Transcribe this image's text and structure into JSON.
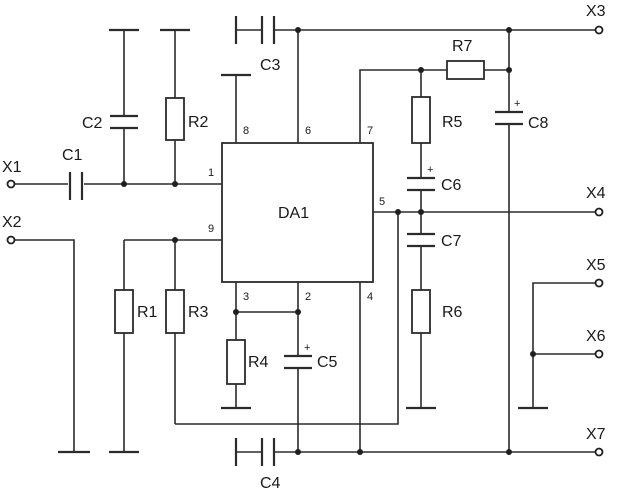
{
  "chip": {
    "name": "DA1",
    "pins": {
      "p1": "1",
      "p2": "2",
      "p3": "3",
      "p4": "4",
      "p5": "5",
      "p6": "6",
      "p7": "7",
      "p8": "8",
      "p9": "9"
    }
  },
  "terminals": {
    "x1": "X1",
    "x2": "X2",
    "x3": "X3",
    "x4": "X4",
    "x5": "X5",
    "x6": "X6",
    "x7": "X7"
  },
  "resistors": {
    "r1": "R1",
    "r2": "R2",
    "r3": "R3",
    "r4": "R4",
    "r5": "R5",
    "r6": "R6",
    "r7": "R7"
  },
  "capacitors": {
    "c1": "C1",
    "c2": "C2",
    "c3": "C3",
    "c4": "C4",
    "c5": "C5",
    "c6": "C6",
    "c7": "C7",
    "c8": "C8"
  },
  "polarity": {
    "plus": "+"
  },
  "colors": {
    "line": "#2b2b2b",
    "background": "#ffffff"
  }
}
